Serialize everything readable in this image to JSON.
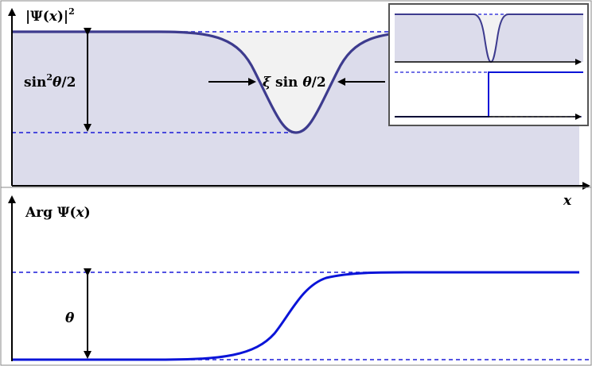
{
  "top_panel": {
    "y_axis_label": {
      "open": "|Ψ(",
      "var": "x",
      "close": ")|",
      "exponent": "2"
    },
    "amplitude_label": {
      "base": "sin",
      "exponent": "2",
      "arg": "θ",
      "suffix": "/2"
    },
    "width_label": {
      "xi": "ξ",
      "text": " sin ",
      "arg": "θ",
      "suffix": "/2"
    },
    "x_axis_label": "x"
  },
  "bottom_panel": {
    "y_axis_label": {
      "prefix": "Arg Ψ(",
      "var": "x",
      "suffix": ")"
    },
    "phase_label": "θ"
  },
  "colors": {
    "curve": "#3d3b8e",
    "fill_region": "#dcdceb",
    "dip_region": "#f2f2f2",
    "phase_curve": "#0a14d8",
    "dashed": "#1a1ad8",
    "panel_border": "#888888",
    "inset_border": "#555555"
  }
}
